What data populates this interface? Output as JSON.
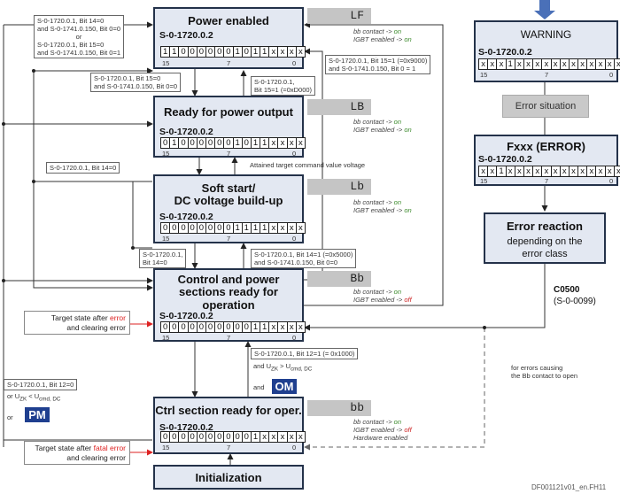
{
  "states": {
    "power_enabled": {
      "title": "Power enabled",
      "register": "S-0-1720.0.2",
      "bits": [
        "1",
        "1",
        "0",
        "0",
        "0",
        "0",
        "0",
        "0",
        "1",
        "0",
        "1",
        "1",
        "x",
        "x",
        "x",
        "x"
      ],
      "code": "LF",
      "notes": [
        [
          "bb contact -> ",
          "on"
        ],
        [
          "IGBT enabled -> ",
          "on"
        ]
      ]
    },
    "ready_power": {
      "title": "Ready for power output",
      "register": "S-0-1720.0.2",
      "bits": [
        "0",
        "1",
        "0",
        "0",
        "0",
        "0",
        "0",
        "0",
        "1",
        "0",
        "1",
        "1",
        "x",
        "x",
        "x",
        "x"
      ],
      "code": "LB",
      "notes": [
        [
          "bb contact -> ",
          "on"
        ],
        [
          "IGBT enabled -> ",
          "on"
        ]
      ]
    },
    "soft_start": {
      "title1": "Soft start/",
      "title2": "DC voltage build-up",
      "register": "S-0-1720.0.2",
      "bits": [
        "0",
        "0",
        "0",
        "0",
        "0",
        "0",
        "0",
        "0",
        "1",
        "1",
        "1",
        "1",
        "x",
        "x",
        "x",
        "x"
      ],
      "code": "Lb",
      "notes": [
        [
          "bb contact -> ",
          "on"
        ],
        [
          "IGBT enabled -> ",
          "on"
        ]
      ]
    },
    "control_power": {
      "title1": "Control and power",
      "title2": "sections ready for operation",
      "register": "S-0-1720.0.2",
      "bits": [
        "0",
        "0",
        "0",
        "0",
        "0",
        "0",
        "0",
        "0",
        "0",
        "0",
        "1",
        "1",
        "x",
        "x",
        "x",
        "x"
      ],
      "code": "Bb",
      "notes": [
        [
          "bb contact -> ",
          "on"
        ],
        [
          "IGBT enabled -> ",
          "off"
        ]
      ]
    },
    "ctrl_section": {
      "title": "Ctrl section ready for oper.",
      "register": "S-0-1720.0.2",
      "bits": [
        "0",
        "0",
        "0",
        "0",
        "0",
        "0",
        "0",
        "0",
        "0",
        "0",
        "1",
        "x",
        "x",
        "x",
        "x",
        "x"
      ],
      "code": "bb",
      "notes": [
        [
          "bb contact -> ",
          "on"
        ],
        [
          "IGBT enabled -> ",
          "off"
        ],
        [
          "Hardware enabled",
          ""
        ]
      ]
    },
    "initialization": {
      "title": "Initialization"
    }
  },
  "bit_labels": {
    "high": "15",
    "mid": "7",
    "low": "0"
  },
  "right": {
    "warning": {
      "title": "WARNING",
      "register": "S-0-1720.0.2",
      "bits": [
        "x",
        "x",
        "x",
        "1",
        "x",
        "x",
        "x",
        "x",
        "x",
        "x",
        "x",
        "x",
        "x",
        "x",
        "x",
        "x"
      ]
    },
    "error_situation": "Error situation",
    "error": {
      "title": "Fxxx (ERROR)",
      "register": "S-0-1720.0.2",
      "bits": [
        "x",
        "x",
        "1",
        "x",
        "x",
        "x",
        "x",
        "x",
        "x",
        "x",
        "x",
        "x",
        "x",
        "x",
        "x",
        "x"
      ]
    },
    "reaction": {
      "title": "Error reaction",
      "line1": "depending on the",
      "line2": "error class"
    },
    "c0500": "C0500",
    "c0500_sub": "(S-0-0099)",
    "bb_note1": "for errors causing",
    "bb_note2": "the Bb contact to open"
  },
  "conditions": {
    "top_left_1a": "S-0-1720.0.1, Bit 14=0",
    "top_left_1b": "and S-0-1741.0.150, Bit 0=0",
    "top_left_or": "or",
    "top_left_2a": "S-0-1720.0.1, Bit 15=0",
    "top_left_2b": "and S-0-1741.0.150, Bit 0=1",
    "mid_left_a": "S-0-1720.0.1, Bit 15=0",
    "mid_left_b": "and S-0-1741.0.150, Bit 0=0",
    "pe_to_rp_a": "S-0-1720.0.1,",
    "pe_to_rp_b": "Bit 15=1 (=0xD000)",
    "cp_to_pe_a": "S-0-1720.0.1, Bit 15=1 (=0x9000)",
    "cp_to_pe_b": "and S-0-1741.0.150, Bit 0 = 1",
    "bit14_zero": "S-0-1720.0.1, Bit 14=0",
    "attained": "Attained target command value voltage",
    "sc_left_a": "S-0-1720.0.1,",
    "sc_left_b": "Bit 14=0",
    "sc_right_a": "S-0-1720.0.1, Bit 14=1 (=0x5000)",
    "sc_right_b": "and S-0-1741.0.150, Bit 0=0",
    "bit12_one": "S-0-1720.0.1, Bit 12=1 (= 0x1000)",
    "and_uzk": "and U",
    "zk": "ZK",
    "gt": " > U",
    "cmd_dc": "cmd, DC",
    "and": "and",
    "om": "OM",
    "bit12_zero": "S-0-1720.0.1, Bit 12=0",
    "or_uzk": "or U",
    "lt": " < U",
    "or": "or",
    "pm": "PM",
    "target_err_1": "Target state after ",
    "target_err_word": "error",
    "target_err_2": "and clearing error",
    "target_fatal_1": "Target state after ",
    "target_fatal_word": "fatal error",
    "target_fatal_2": "and clearing error"
  },
  "footer": "DF001121v01_en.FH11"
}
